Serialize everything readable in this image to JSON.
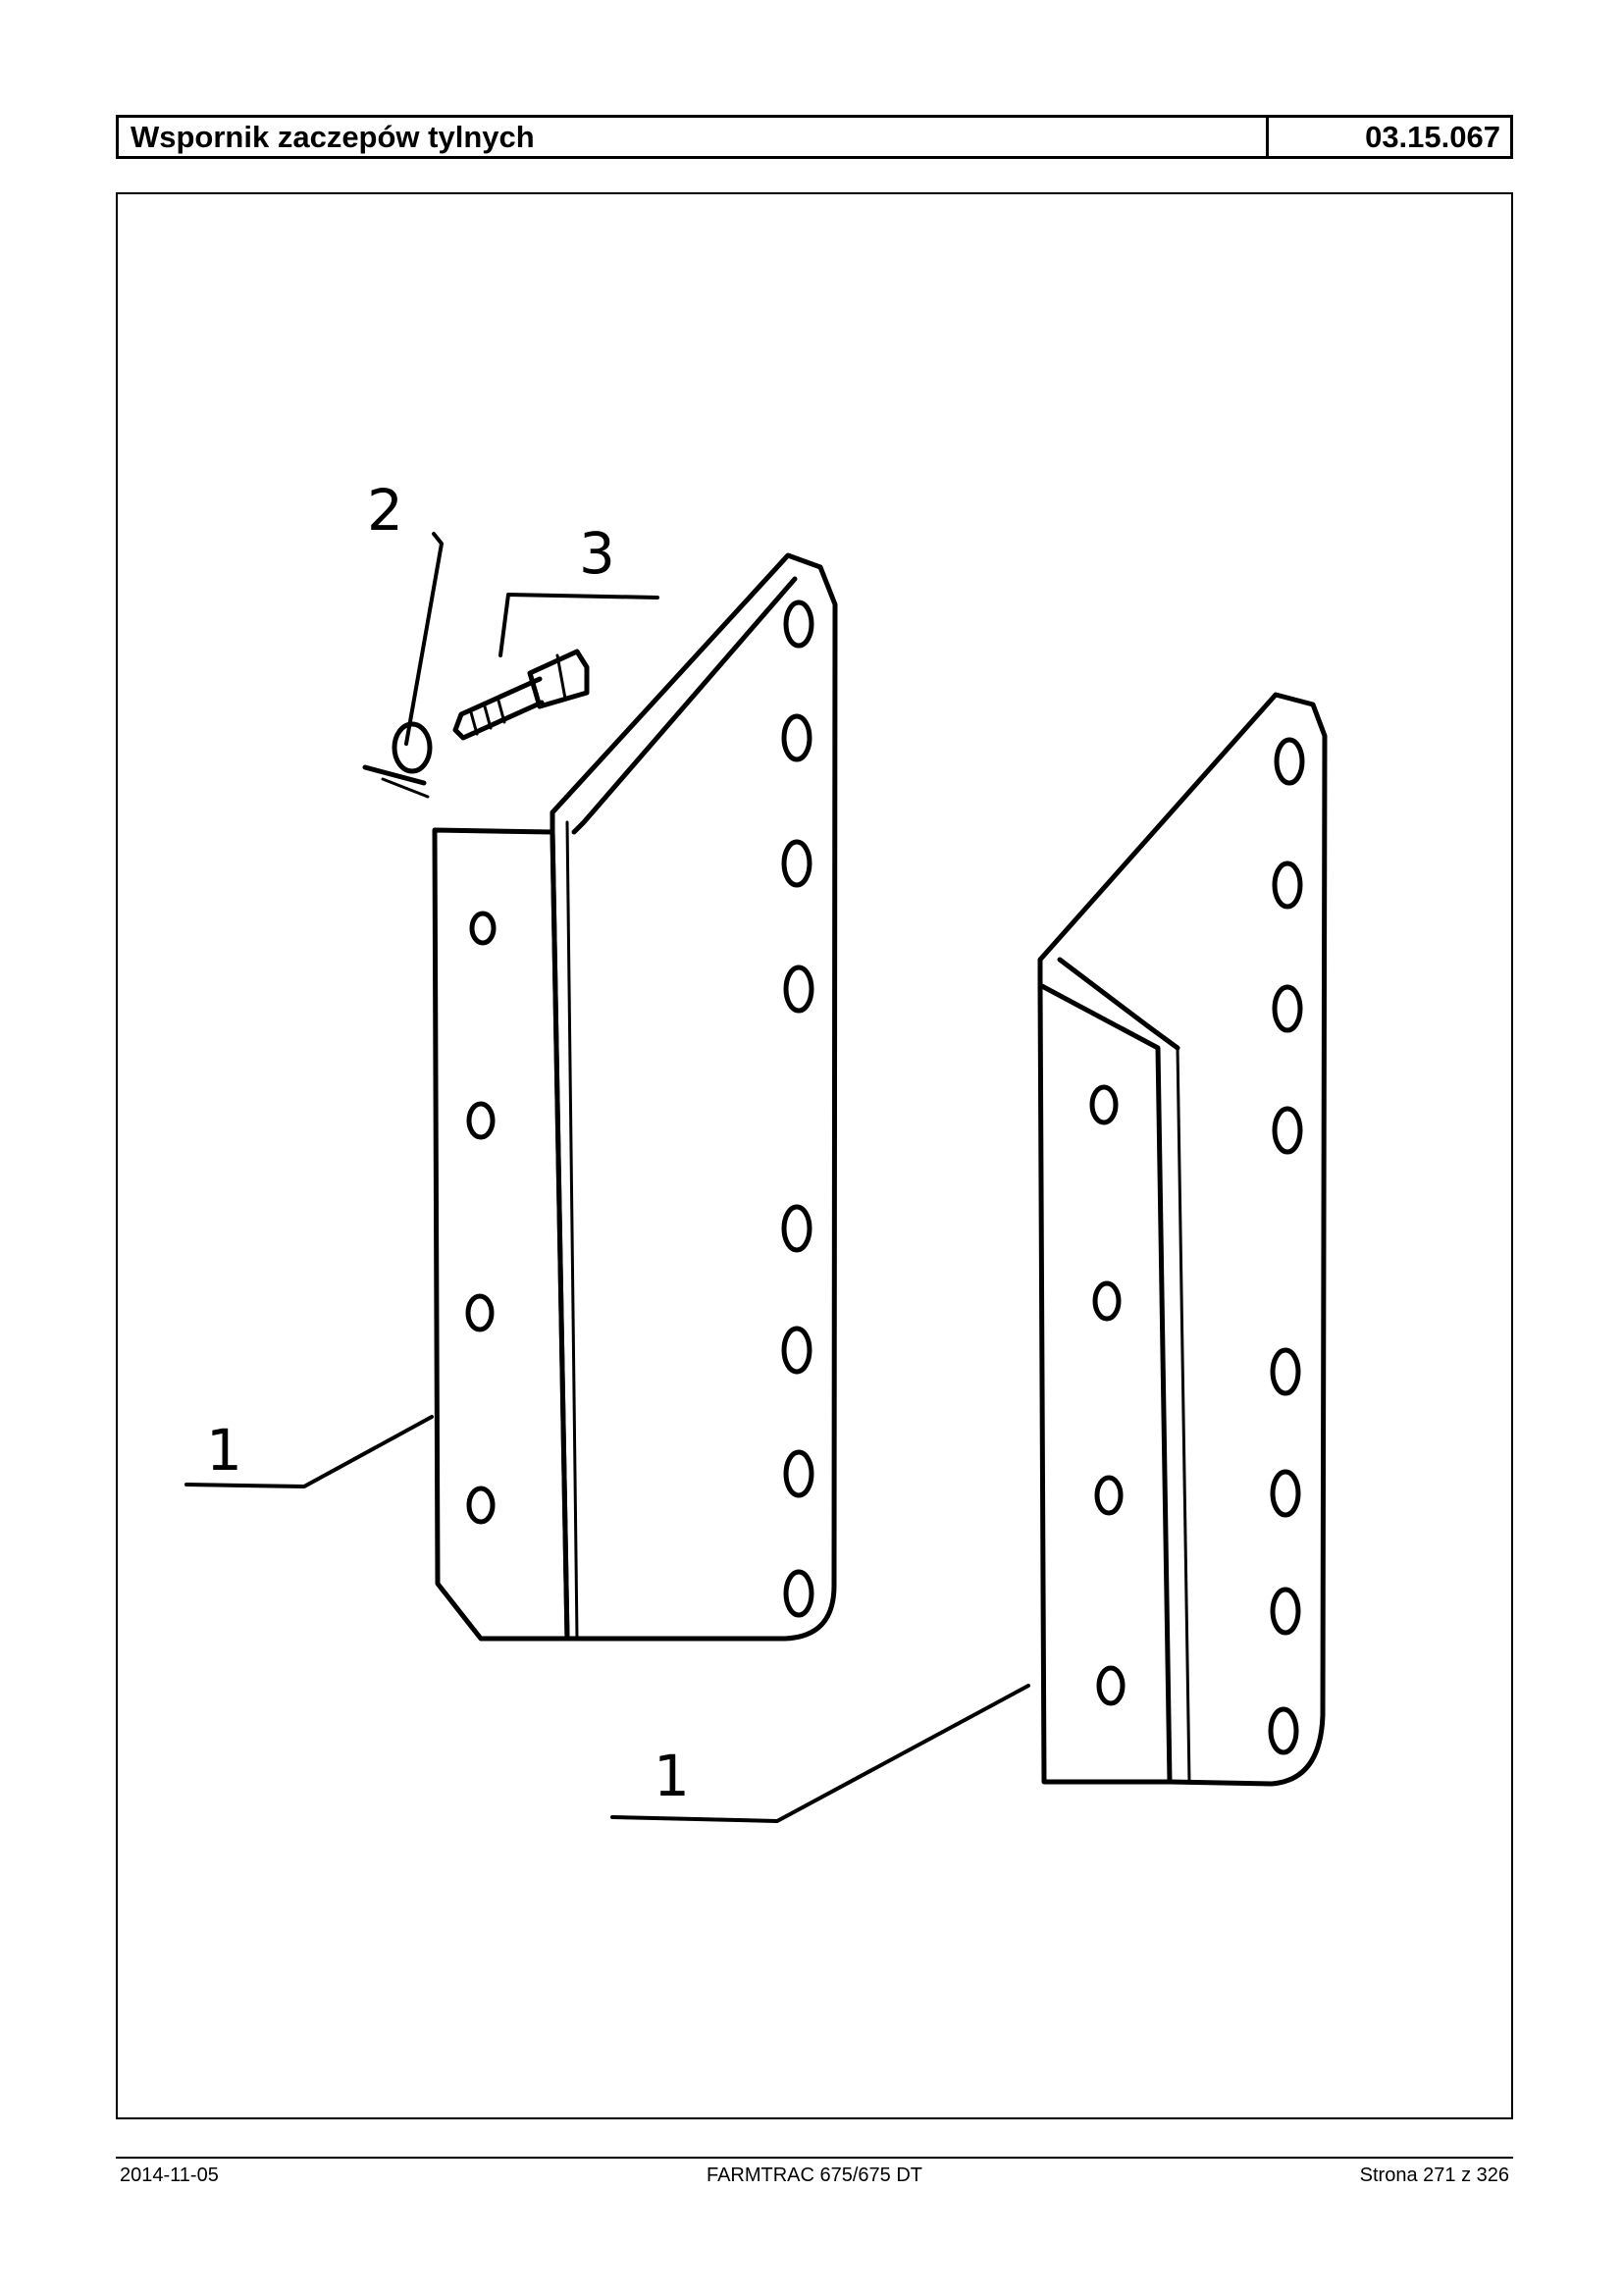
{
  "header": {
    "title": "Wspornik zaczepów tylnych",
    "code": "03.15.067"
  },
  "drawing": {
    "callouts": {
      "bracket_left": "1",
      "bracket_right": "1",
      "washer": "2",
      "bolt": "3"
    }
  },
  "footer": {
    "date": "2014-11-05",
    "model": "FARMTRAC 675/675 DT",
    "page": "Strona 271 z 326"
  }
}
